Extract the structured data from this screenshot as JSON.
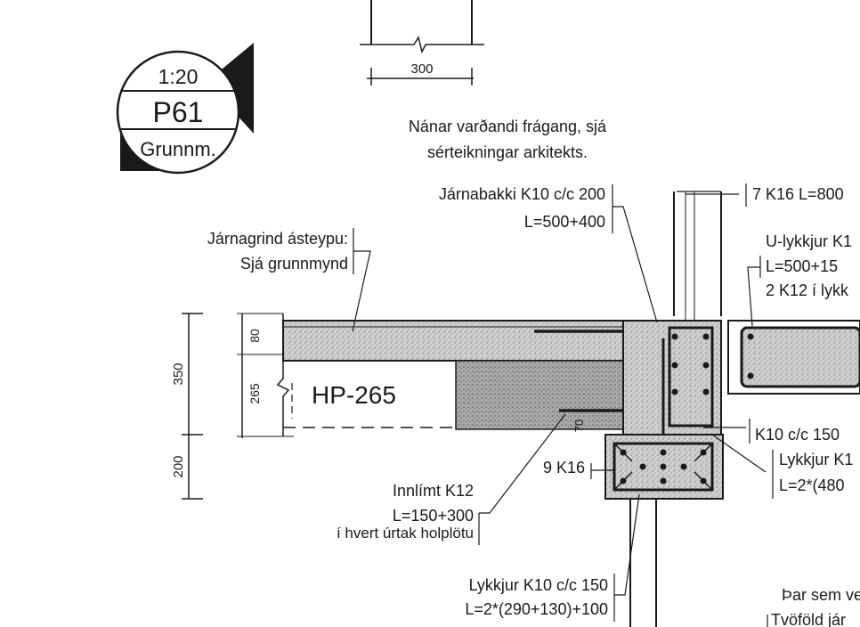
{
  "title_block": {
    "scale": "1:20",
    "detail_id": "P61",
    "view": "Grunnm."
  },
  "dimensions": {
    "top_width": "300",
    "total_height": "350",
    "slab_topping": "80",
    "slab_core": "265",
    "beam_depth": "200",
    "stirrup_offset": "70"
  },
  "slab_label": "HP-265",
  "notes": {
    "architect_line1": "Nánar varðandi frágang, sjá",
    "architect_line2": "sérteikningar arkitekts.",
    "bottom_right_1": "Þar sem ve",
    "bottom_right_2": "Tvöföld jár"
  },
  "callouts": {
    "jarnabakki_1": "Járnabakki K10 c/c 200",
    "jarnabakki_2": "L=500+400",
    "jarnagrind_1": "Járnagrind ásteypu:",
    "jarnagrind_2": "Sjá grunnmynd",
    "column_bars": "7 K16 L=800",
    "ulykkjur_1": "U-lykkjur K1",
    "ulykkjur_2": "L=500+15",
    "ulykkjur_3": "2 K12 í lykk",
    "k10_cc150": "K10 c/c 150",
    "lykkjur_r1": "Lykkjur K1",
    "lykkjur_r2": "L=2*(480",
    "beam_bars": "9 K16",
    "innlimt_1": "Innlímt K12",
    "innlimt_2": "L=150+300",
    "innlimt_3": "í hvert úrtak holplötu",
    "lykkjur_b1": "Lykkjur K10 c/c 150",
    "lykkjur_b2": "L=2*(290+130)+100"
  }
}
